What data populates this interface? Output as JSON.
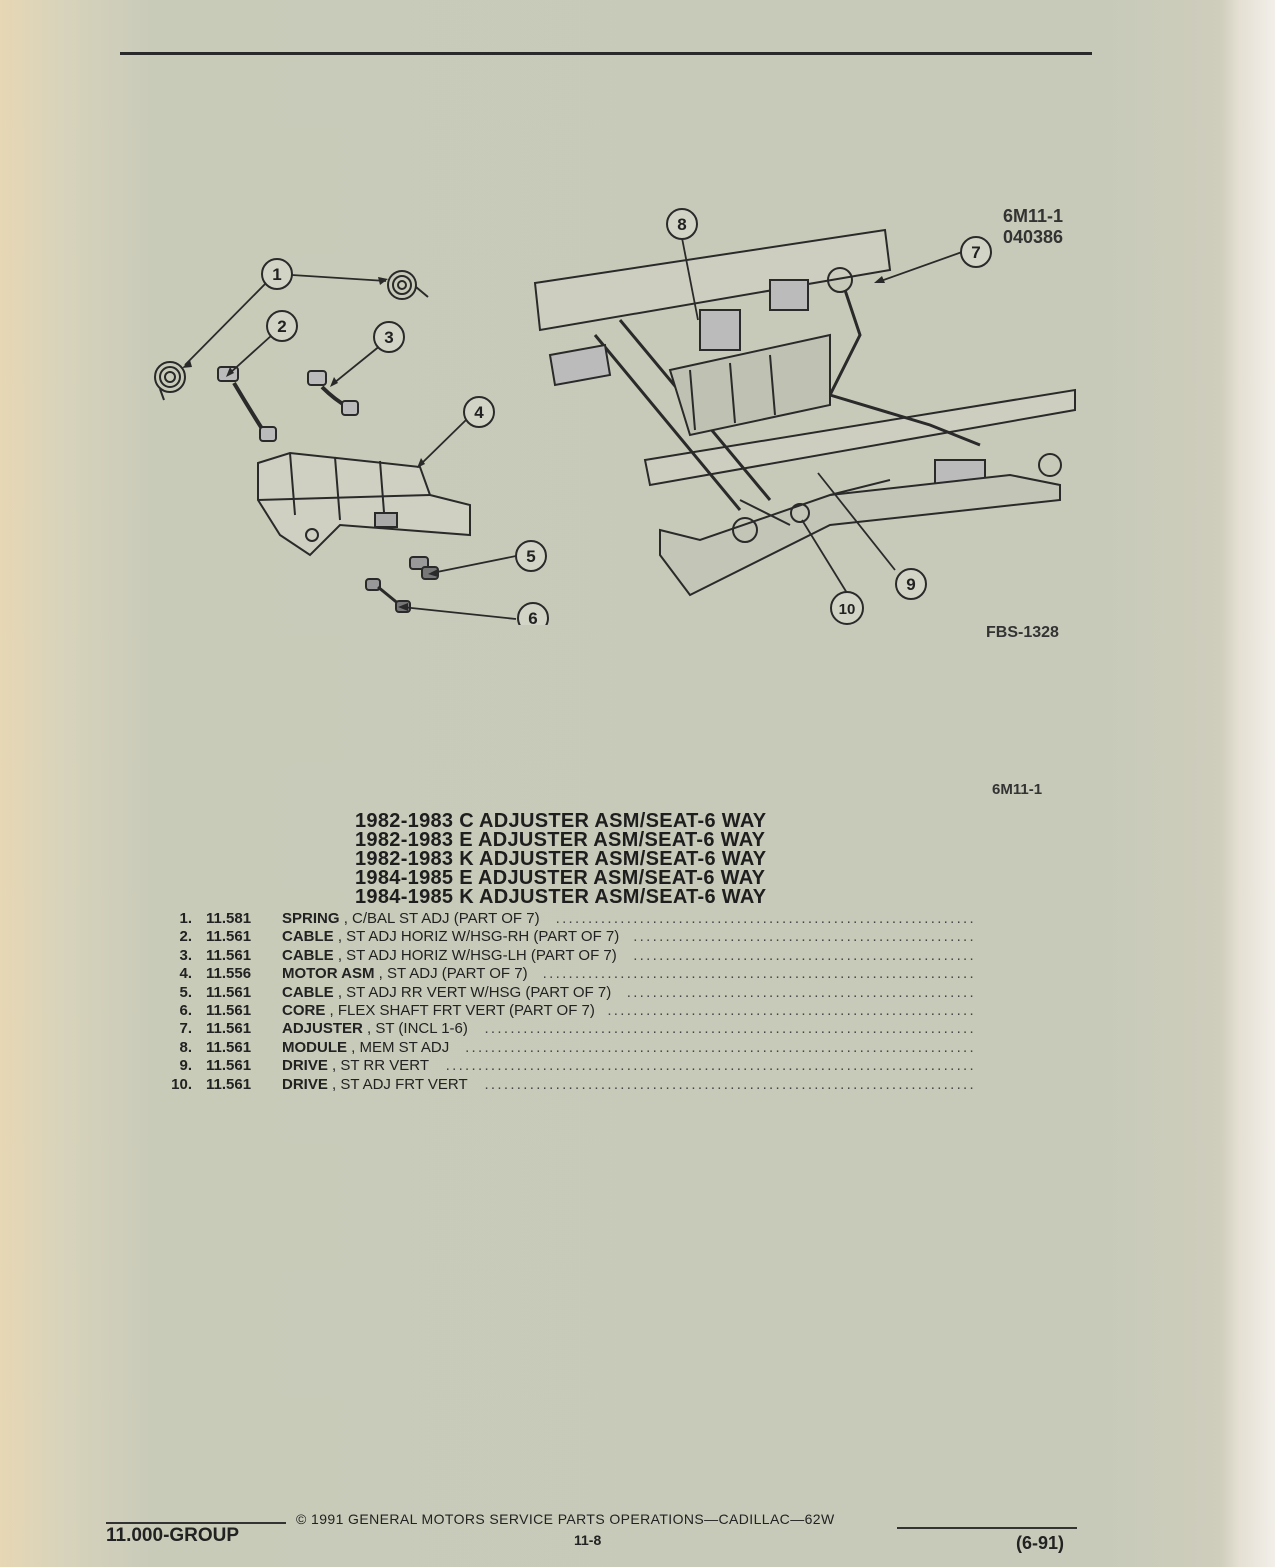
{
  "figure": {
    "code": "6M11-1",
    "number": "040386",
    "fbs": "FBS-1328",
    "callouts": [
      "1",
      "2",
      "3",
      "4",
      "5",
      "6",
      "7",
      "8",
      "9",
      "10"
    ]
  },
  "ref_code": "6M11-1",
  "titles": [
    "1982-1983 C ADJUSTER ASM/SEAT-6 WAY",
    "1982-1983 E ADJUSTER ASM/SEAT-6 WAY",
    "1982-1983 K ADJUSTER ASM/SEAT-6 WAY",
    "1984-1985 E ADJUSTER ASM/SEAT-6 WAY",
    "1984-1985 K ADJUSTER ASM/SEAT-6 WAY"
  ],
  "parts": [
    {
      "num": "1.",
      "group": "11.581",
      "name": "SPRING",
      "desc": ", C/BAL ST ADJ (PART OF 7)"
    },
    {
      "num": "2.",
      "group": "11.561",
      "name": "CABLE",
      "desc": ", ST ADJ HORIZ W/HSG-RH (PART OF 7)"
    },
    {
      "num": "3.",
      "group": "11.561",
      "name": "CABLE",
      "desc": ", ST ADJ HORIZ W/HSG-LH (PART OF 7)"
    },
    {
      "num": "4.",
      "group": "11.556",
      "name": "MOTOR ASM",
      "desc": ", ST ADJ (PART OF 7)"
    },
    {
      "num": "5.",
      "group": "11.561",
      "name": "CABLE",
      "desc": ", ST ADJ RR VERT W/HSG (PART OF 7)"
    },
    {
      "num": "6.",
      "group": "11.561",
      "name": "CORE",
      "desc": ", FLEX SHAFT FRT VERT (PART OF 7)"
    },
    {
      "num": "7.",
      "group": "11.561",
      "name": "ADJUSTER",
      "desc": ", ST (INCL 1-6)"
    },
    {
      "num": "8.",
      "group": "11.561",
      "name": "MODULE",
      "desc": ", MEM ST ADJ"
    },
    {
      "num": "9.",
      "group": "11.561",
      "name": "DRIVE",
      "desc": ", ST RR VERT"
    },
    {
      "num": "10.",
      "group": "11.561",
      "name": "DRIVE",
      "desc": ", ST ADJ FRT VERT"
    }
  ],
  "footer": {
    "group": "11.000-GROUP",
    "copyright": "©  1991  GENERAL MOTORS SERVICE PARTS OPERATIONS—CADILLAC—62W",
    "page": "11-8",
    "date": "(6-91)"
  }
}
